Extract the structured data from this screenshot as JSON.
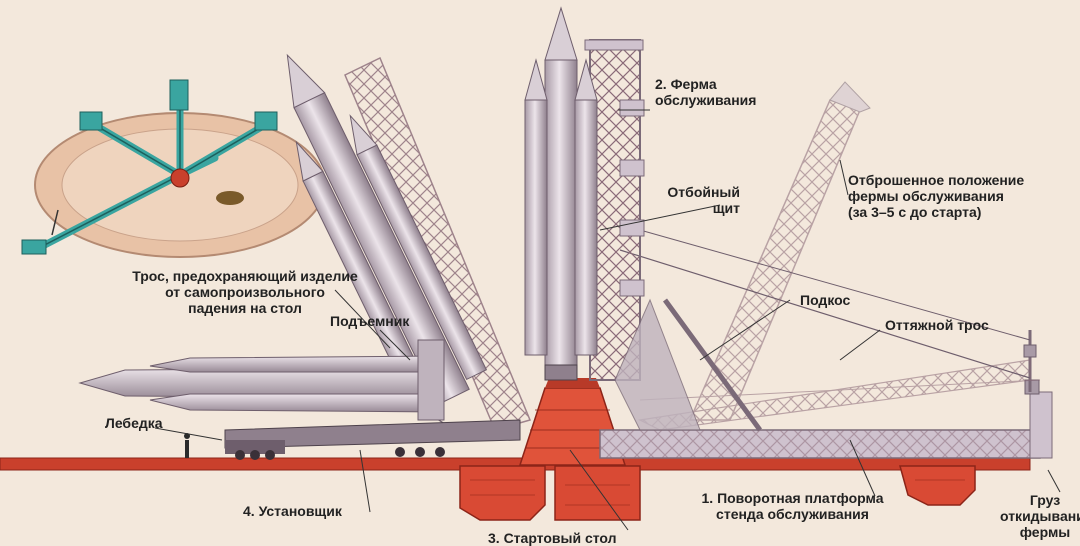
{
  "labels": {
    "cable_safety": "Трос, предохраняющий изделие\nот самопроизвольного\nпадения на стол",
    "lifter": "Подъемник",
    "winch": "Лебедка",
    "installer": "4. Установщик",
    "launch_table": "3. Стартовый стол",
    "rotating_platform": "1. Поворотная платформа\nстенда обслуживания",
    "service_tower": "2. Ферма\nобслуживания",
    "blast_shield": "Отбойный\nщит",
    "retracted_position": "Отброшенное положение\nфермы обслуживания\n(за 3–5 с до старта)",
    "strut": "Подкос",
    "guy_cable": "Оттяжной трос",
    "counterweight": "Груз\nоткидывания\nфермы"
  },
  "colors": {
    "background": "#f3e8dc",
    "rocket": "#d9cfd6",
    "rocket_shade": "#a89aa6",
    "truss": "#8a6a78",
    "ground": "#c9402c",
    "ground_dark": "#8c2418",
    "pad_red": "#e0533a",
    "inset_base": "#e8c2a6",
    "inset_steel": "#3aa5a0"
  }
}
